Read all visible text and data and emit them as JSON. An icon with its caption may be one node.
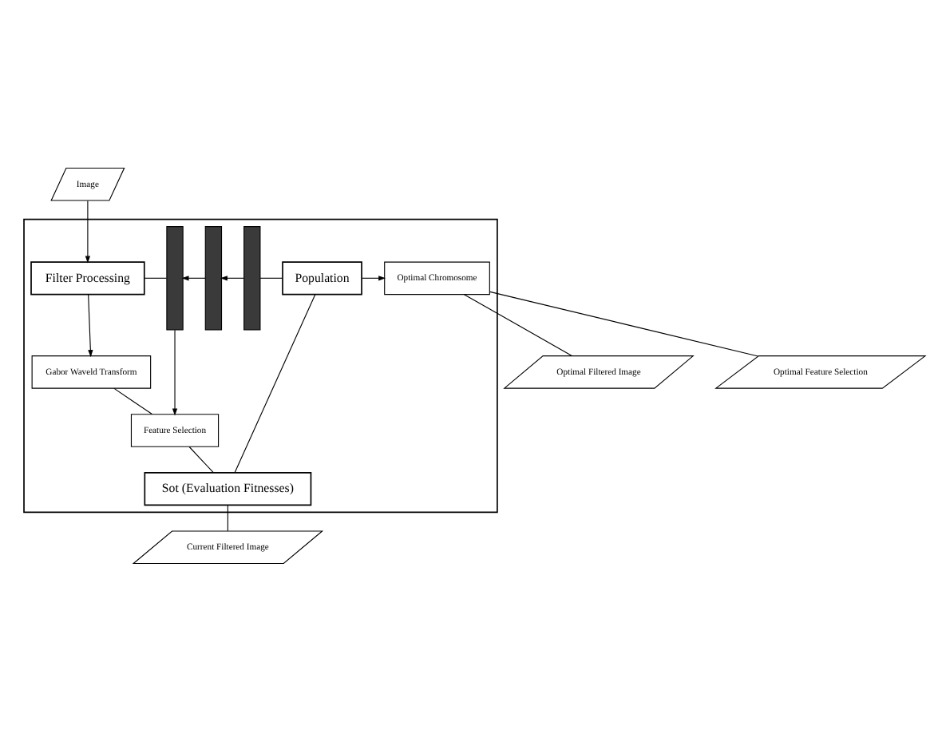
{
  "diagram": {
    "nodes": [
      {
        "text": [
          "Image"
        ]
      },
      {
        "text": [],
        "shape": "box"
      },
      {
        "text": [
          "Filter Processing"
        ],
        "in": 1
      },
      {
        "text": [
          "Gabor Waveld Transform"
        ],
        "in": 1
      },
      {
        "text": [
          "Feature Selection"
        ],
        "in": 1
      },
      {
        "text": [
          "Sot (Evaluation Fitnesses)"
        ],
        "in": 1
      },
      {
        "text": [],
        "shape": "bar",
        "in": 1
      },
      {
        "text": [],
        "shape": "bar",
        "in": 1
      },
      {
        "text": [],
        "shape": "bar",
        "in": 1
      },
      {
        "text": [
          "Population"
        ],
        "in": 1
      },
      {
        "text": [
          "Optimal Chromosome"
        ],
        "in": 1
      },
      {
        "text": [
          "Current Filtered Image"
        ]
      },
      {
        "text": [
          "Optimal Filtered Image"
        ]
      },
      {
        "text": [
          "Optimal Feature Selection"
        ]
      }
    ],
    "edges": [
      {
        "from": 0,
        "to": 2,
        "arrow": "to"
      },
      {
        "from": 2,
        "to": 3,
        "arrow": "to"
      },
      {
        "from": 3,
        "to": 4,
        "arrow": "none"
      },
      {
        "from": 4,
        "to": 5,
        "arrow": "none"
      },
      {
        "from": 5,
        "to": 11,
        "arrow": "none"
      },
      {
        "from": 9,
        "to": 8,
        "arrow": "none"
      },
      {
        "from": 8,
        "to": 7,
        "arrow": "to"
      },
      {
        "from": 7,
        "to": 6,
        "arrow": "to"
      },
      {
        "from": 6,
        "to": 2,
        "arrow": "none"
      },
      {
        "from": 6,
        "to": 4,
        "arrow": "to"
      },
      {
        "from": 5,
        "to": 9,
        "arrow": "none"
      },
      {
        "from": 9,
        "to": 10,
        "arrow": "to"
      },
      {
        "from": 10,
        "to": 12,
        "arrow": "none"
      },
      {
        "from": 10,
        "to": 13,
        "arrow": "none"
      }
    ]
  }
}
